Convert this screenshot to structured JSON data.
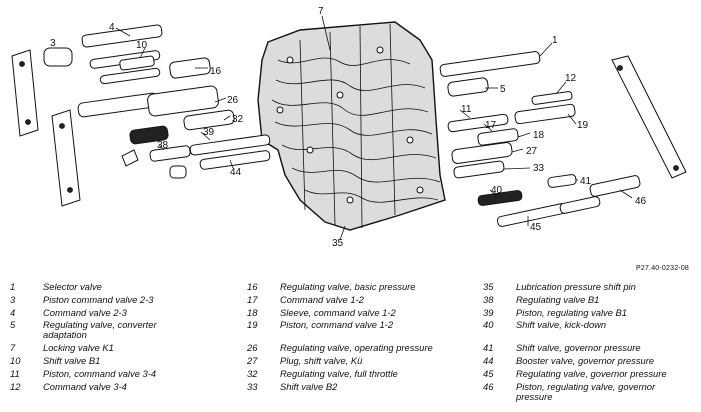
{
  "figure_id": "P27.40-0232-08",
  "callouts": [
    "7",
    "4",
    "3",
    "10",
    "16",
    "1",
    "12",
    "5",
    "26",
    "11",
    "17",
    "32",
    "18",
    "19",
    "39",
    "38",
    "27",
    "33",
    "44",
    "40",
    "41",
    "46",
    "45",
    "35"
  ],
  "legend": {
    "col1": [
      {
        "num": "1",
        "desc": "Selector valve"
      },
      {
        "num": "3",
        "desc": "Piston command valve 2-3"
      },
      {
        "num": "4",
        "desc": "Command valve 2-3"
      },
      {
        "num": "5",
        "desc": "Regulating valve, converter adaptation"
      },
      {
        "num": "7",
        "desc": "Locking valve K1"
      },
      {
        "num": "10",
        "desc": "Shift valve B1"
      },
      {
        "num": "11",
        "desc": "Piston, command valve 3-4"
      },
      {
        "num": "12",
        "desc": "Command valve 3-4"
      }
    ],
    "col2": [
      {
        "num": "16",
        "desc": "Regulating valve, basic pressure"
      },
      {
        "num": "17",
        "desc": "Command valve 1-2"
      },
      {
        "num": "18",
        "desc": "Sleeve, command valve 1-2"
      },
      {
        "num": "19",
        "desc": "Piston, command valve 1-2"
      },
      {
        "num": "26",
        "desc": "Regulating valve, operating pressure"
      },
      {
        "num": "27",
        "desc": "Plug, shift valve, Kü"
      },
      {
        "num": "32",
        "desc": "Regulating valve, full throttle"
      },
      {
        "num": "33",
        "desc": "Shift valve B2"
      }
    ],
    "col3": [
      {
        "num": "35",
        "desc": "Lubrication pressure shift pin"
      },
      {
        "num": "38",
        "desc": "Regulating valve B1"
      },
      {
        "num": "39",
        "desc": "Piston, regulating valve B1"
      },
      {
        "num": "40",
        "desc": "Shift valve, kick-down"
      },
      {
        "num": "41",
        "desc": "Shift valve, governor pressure"
      },
      {
        "num": "44",
        "desc": "Booster valve, governor pressure"
      },
      {
        "num": "45",
        "desc": "Regulating valve, governor pressure"
      },
      {
        "num": "46",
        "desc": "Piston, regulating valve, governor pressure"
      }
    ]
  }
}
